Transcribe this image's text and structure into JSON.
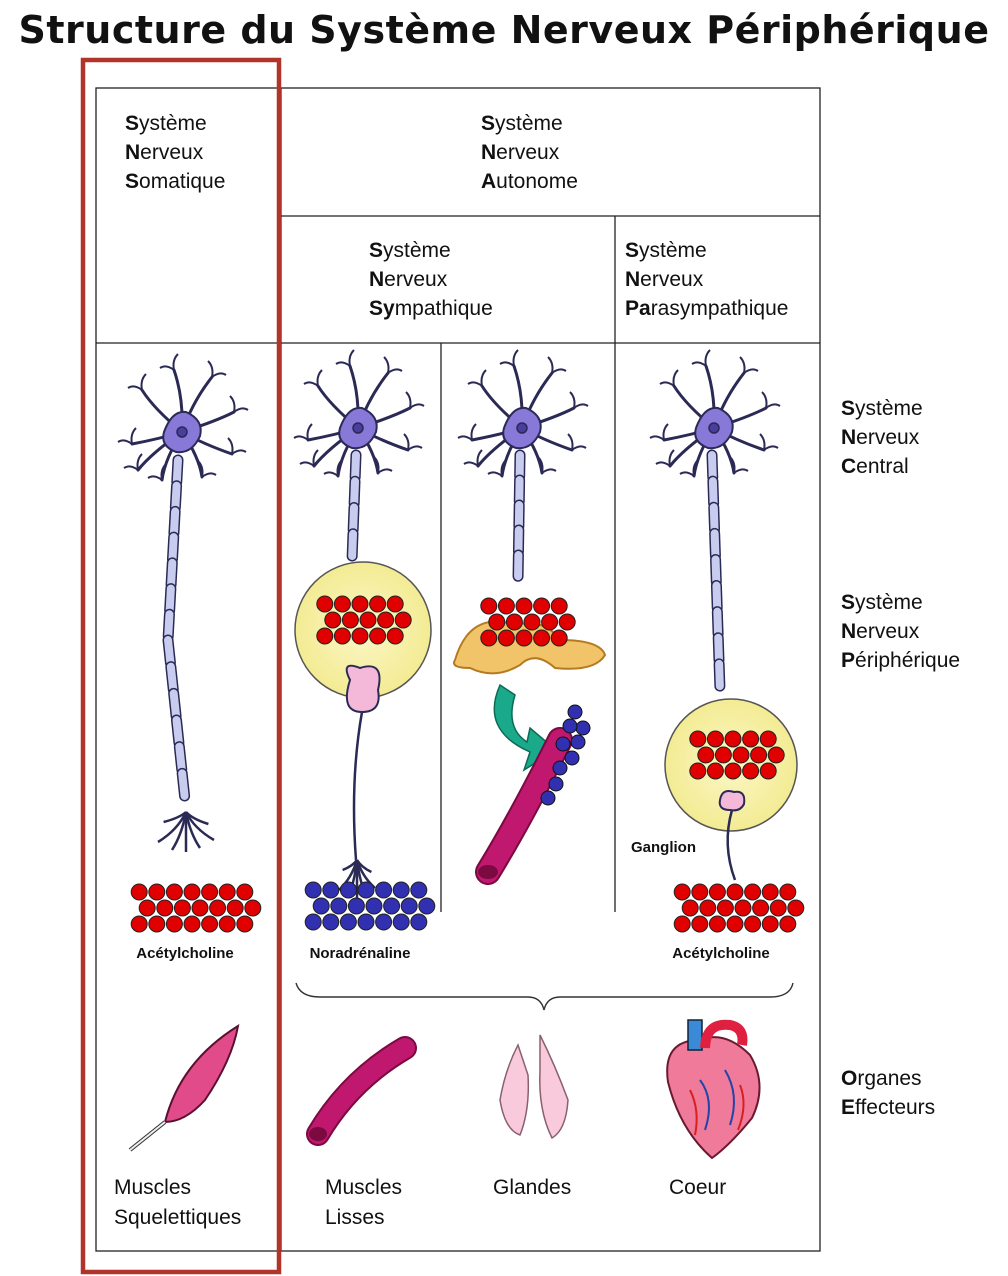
{
  "title": "Structure du Système Nerveux Périphérique",
  "headers": {
    "somatique": [
      {
        "initial": "S",
        "rest": "ystème"
      },
      {
        "initial": "N",
        "rest": "erveux"
      },
      {
        "initial": "S",
        "rest": "omatique"
      }
    ],
    "autonome": [
      {
        "initial": "S",
        "rest": "ystème"
      },
      {
        "initial": "N",
        "rest": "erveux"
      },
      {
        "initial": "A",
        "rest": "utonome"
      }
    ],
    "sympathique": [
      {
        "initial": "S",
        "rest": "ystème"
      },
      {
        "initial": "N",
        "rest": "erveux"
      },
      {
        "initial": "Sy",
        "rest": "mpathique"
      }
    ],
    "parasympathique": [
      {
        "initial": "S",
        "rest": "ystème"
      },
      {
        "initial": "N",
        "rest": "erveux"
      },
      {
        "initial": "Pa",
        "rest": "rasympathique"
      }
    ]
  },
  "side_labels": {
    "central": [
      {
        "initial": "S",
        "rest": "ystème"
      },
      {
        "initial": "N",
        "rest": "erveux"
      },
      {
        "initial": "C",
        "rest": "entral"
      }
    ],
    "peripherique": [
      {
        "initial": "S",
        "rest": "ystème"
      },
      {
        "initial": "N",
        "rest": "erveux"
      },
      {
        "initial": "P",
        "rest": "ériphérique"
      }
    ],
    "organes": [
      {
        "initial": "O",
        "rest": "rganes"
      },
      {
        "initial": "E",
        "rest": "ffecteurs"
      }
    ]
  },
  "neurotransmitters": {
    "somatic": "Acétylcholine",
    "sympathetic": "Noradrénaline",
    "parasympathetic": "Acétylcholine"
  },
  "ganglion_label": "Ganglion",
  "effectors": {
    "muscles_squelettiques": [
      "Muscles",
      "Squelettiques"
    ],
    "muscles_lisses": [
      "Muscles",
      "Lisses"
    ],
    "glandes": "Glandes",
    "coeur": "Coeur"
  },
  "colors": {
    "highlight_frame": "#b0342a",
    "neuron_body": "#8878d8",
    "dendrite": "#2a2a55",
    "myelin": "#c8cdf0",
    "acetylcholine": "#e00000",
    "noradrenaline": "#3030b0",
    "ganglion": "#f7f2a8",
    "vessel": "#c0186e",
    "arrow": "#1aa98a"
  }
}
